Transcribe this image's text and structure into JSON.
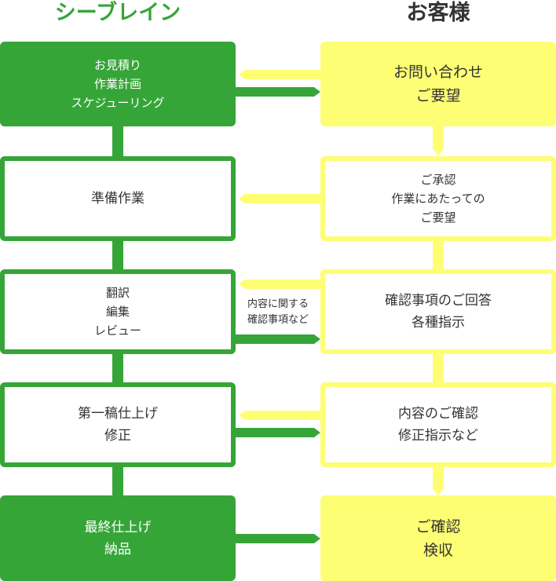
{
  "headers": {
    "company": "シーブレイン",
    "customer": "お客様"
  },
  "colors": {
    "green": "#36a538",
    "yellow": "#fefe74"
  },
  "left": [
    {
      "lines": [
        "お見積り",
        "作業計画",
        "スケジューリング"
      ]
    },
    {
      "lines": [
        "準備作業"
      ]
    },
    {
      "lines": [
        "翻訳",
        "編集",
        "レビュー"
      ]
    },
    {
      "lines": [
        "第一稿仕上げ",
        "修正"
      ]
    },
    {
      "lines": [
        "最終仕上げ",
        "納品"
      ]
    }
  ],
  "right": [
    {
      "lines": [
        "お問い合わせ",
        "ご要望"
      ]
    },
    {
      "lines": [
        "ご承認",
        "作業にあたっての",
        "ご要望"
      ]
    },
    {
      "lines": [
        "確認事項のご回答",
        "各種指示"
      ]
    },
    {
      "lines": [
        "内容のご確認",
        "修正指示など"
      ]
    },
    {
      "lines": [
        "ご確認",
        "検収"
      ]
    }
  ],
  "note": {
    "lines": [
      "内容に関する",
      "確認事項など"
    ]
  }
}
